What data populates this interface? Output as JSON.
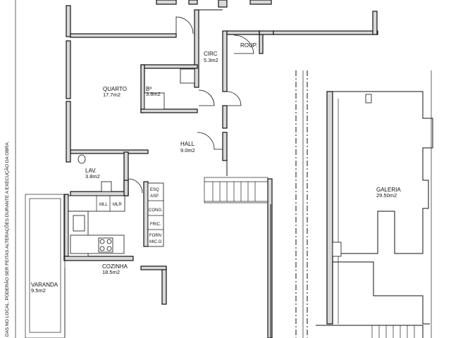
{
  "rooms": {
    "circ": {
      "name": "CIRC",
      "area": "5.3m2"
    },
    "roupa": {
      "name": "ROUP."
    },
    "quarto": {
      "name": "QUARTO",
      "area": "17.7m2"
    },
    "banho": {
      "name": "Bº",
      "area": "3.8m2"
    },
    "hall": {
      "name": "HALL",
      "area": "9.0m2"
    },
    "lav": {
      "name": "LAV.",
      "area": "3.8m2"
    },
    "cozinha": {
      "name": "COZINHA",
      "area": "18.5m2"
    },
    "varanda": {
      "name": "VARANDA",
      "area": "9.5m2"
    },
    "galeria": {
      "name": "GALERIA",
      "area": "29.50m2"
    }
  },
  "appliances": {
    "mll": "MLL",
    "mlr": "MLR",
    "esq": "ESQ",
    "asp": "ASP",
    "cong": "CONG.",
    "fric": "FRIC.",
    "forn": "FORN",
    "mic": "MIC.O"
  },
  "side_note": "DAS NO LOCAL. PODERÃO SER FEITAS ALTERAÇÕES DURANTE A EXECUÇÃO DA OBRA."
}
